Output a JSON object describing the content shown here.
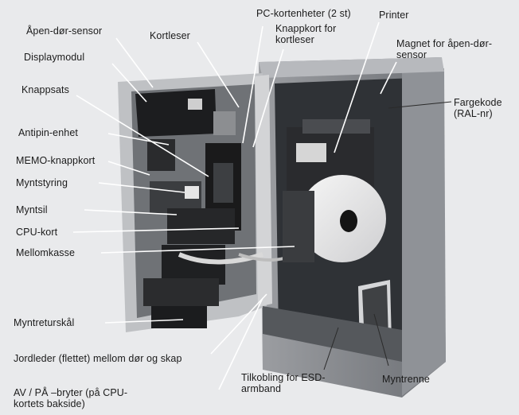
{
  "labels": {
    "apen_dor_sensor": "Åpen-dør-sensor",
    "kortleser": "Kortleser",
    "pc_kortenheter": "PC-kortenheter (2 st)",
    "knappkort_kortleser": "Knappkort for\nkortleser",
    "printer": "Printer",
    "magnet": "Magnet for åpen-dør-\nsensor",
    "displaymodul": "Displaymodul",
    "knappsats": "Knappsats",
    "fargekode": "Fargekode\n(RAL-nr)",
    "antipin": "Antipin-enhet",
    "memo": "MEMO-knappkort",
    "myntstyring": "Myntstyring",
    "myntsil": "Myntsil",
    "cpu_kort": "CPU-kort",
    "mellomkasse": "Mellomkasse",
    "myntreturskal": "Myntreturskål",
    "jordleder": "Jordleder (flettet) mellom dør og skap",
    "tilkobling_esd": "Tilkobling for ESD-\narmband",
    "myntrenne": "Myntrenne",
    "av_pa_bryter": "AV / PÅ –bryter (på CPU-\nkortets bakside)"
  }
}
